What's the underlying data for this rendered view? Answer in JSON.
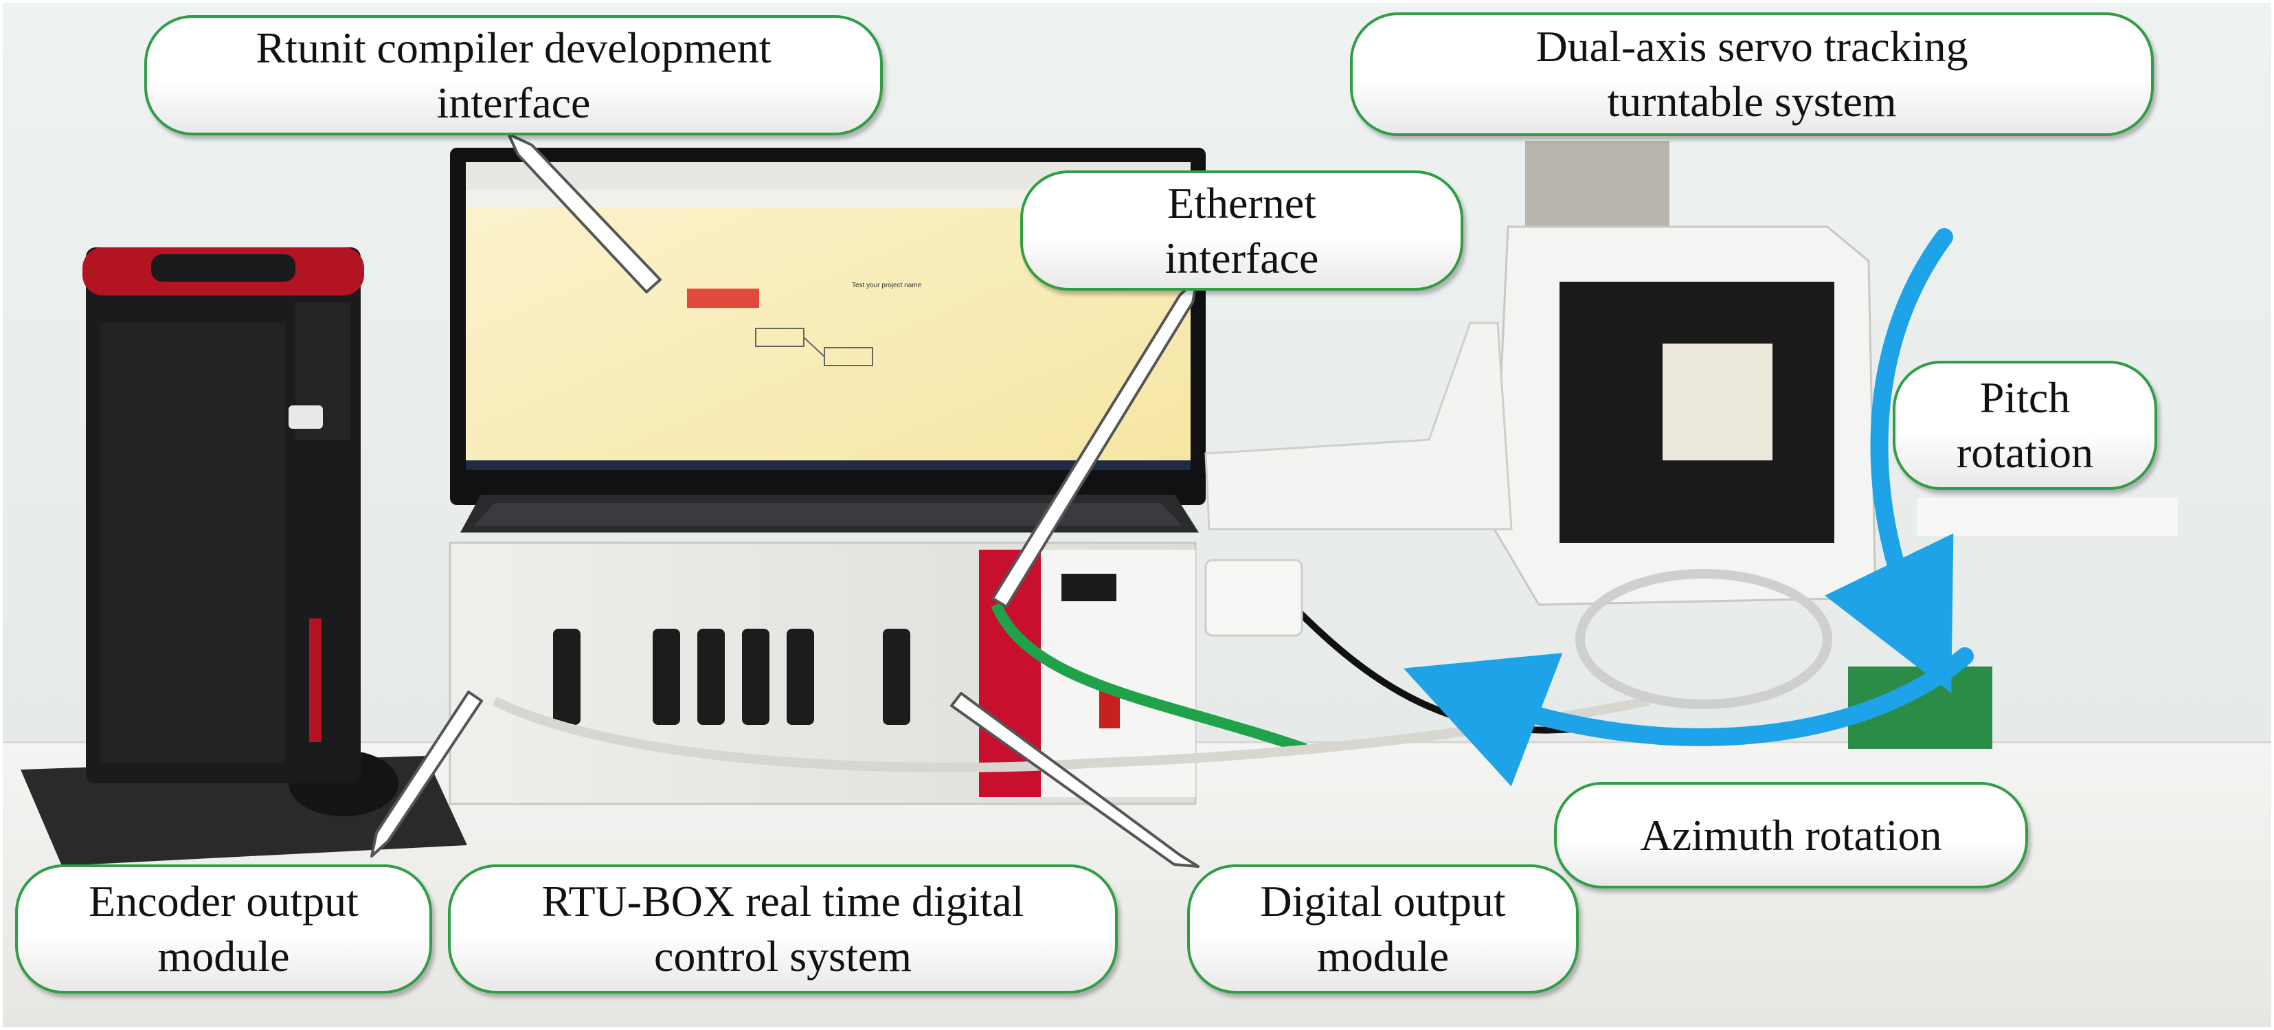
{
  "figure": {
    "callouts": [
      {
        "id": "compiler",
        "lines": [
          "Rtunit compiler development",
          "interface"
        ]
      },
      {
        "id": "turntable",
        "lines": [
          "Dual-axis servo tracking",
          "turntable system"
        ]
      },
      {
        "id": "ethernet",
        "lines": [
          "Ethernet",
          "interface"
        ]
      },
      {
        "id": "pitch",
        "lines": [
          "Pitch",
          "rotation"
        ]
      },
      {
        "id": "azimuth",
        "lines": [
          "Azimuth rotation"
        ]
      },
      {
        "id": "encoder",
        "lines": [
          "Encoder output",
          "module"
        ]
      },
      {
        "id": "rtubox",
        "lines": [
          "RTU-BOX real time digital",
          "control system"
        ]
      },
      {
        "id": "digital",
        "lines": [
          "Digital output",
          "module"
        ]
      }
    ],
    "screen": {
      "project_label": "Test your project name"
    },
    "colors": {
      "callout_border": "#2f9e44",
      "rotation_arrow": "#1ea3e8",
      "pointer_arrow": "#ffffff",
      "rack_panel": "#c8102e",
      "ethernet_cable": "#1fa24a"
    }
  }
}
